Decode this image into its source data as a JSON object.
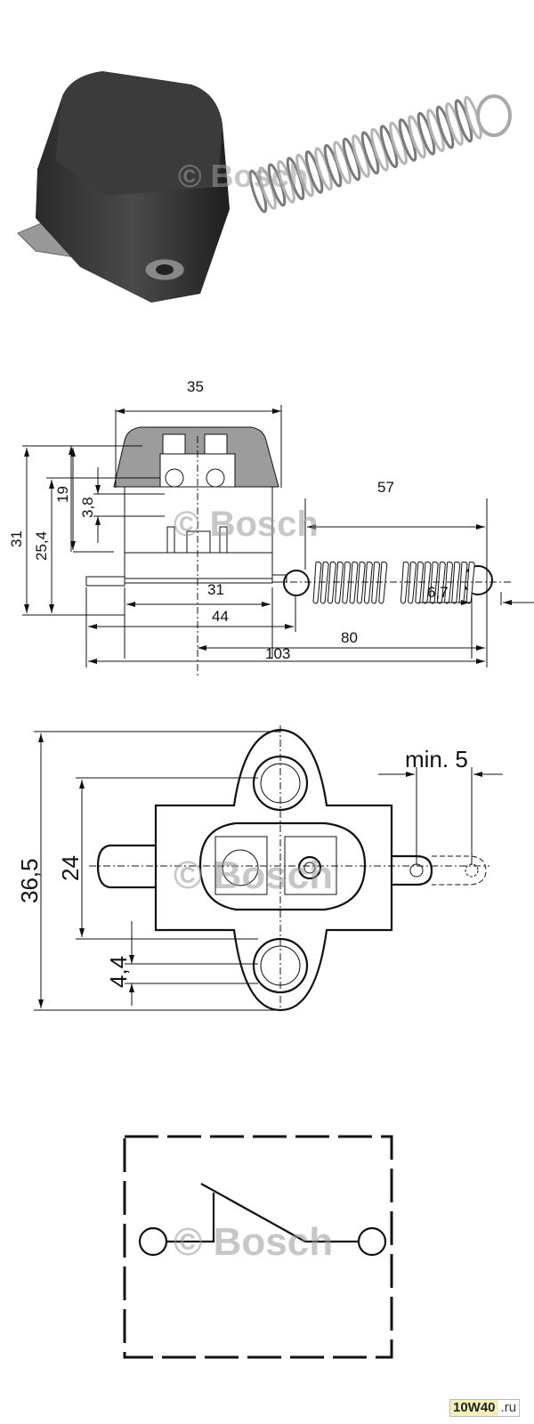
{
  "watermark": "© Bosch",
  "site_logo": {
    "main": "10W40",
    "suffix": ".ru"
  },
  "side_view": {
    "dimensions": {
      "width_top": "35",
      "height_total": "31",
      "height_25": "25,4",
      "height_19": "19",
      "height_3_8": "3,8",
      "spring_length": "57",
      "base_31": "31",
      "width_44": "44",
      "eye_6_7": "6,7",
      "center_to_eye": "80",
      "overall": "103"
    }
  },
  "top_view": {
    "dimensions": {
      "height_total": "36,5",
      "hole_spacing": "24",
      "offset": "4,4",
      "min_clearance": "min. 5"
    }
  }
}
